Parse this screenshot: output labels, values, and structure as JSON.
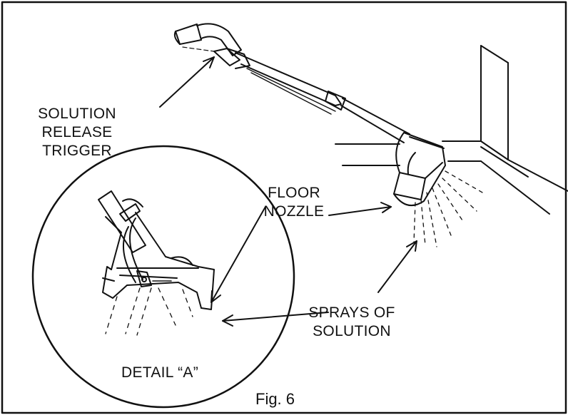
{
  "labels": {
    "trigger": [
      "SOLUTION",
      "RELEASE",
      "TRIGGER"
    ],
    "nozzle": [
      "FLOOR",
      "NOZZLE"
    ],
    "sprays": [
      "SPRAYS OF",
      "SOLUTION"
    ],
    "detail": "DETAIL “A”"
  },
  "caption": "Fig. 6",
  "colors": {
    "ink": "#111111",
    "paper": "#ffffff"
  }
}
